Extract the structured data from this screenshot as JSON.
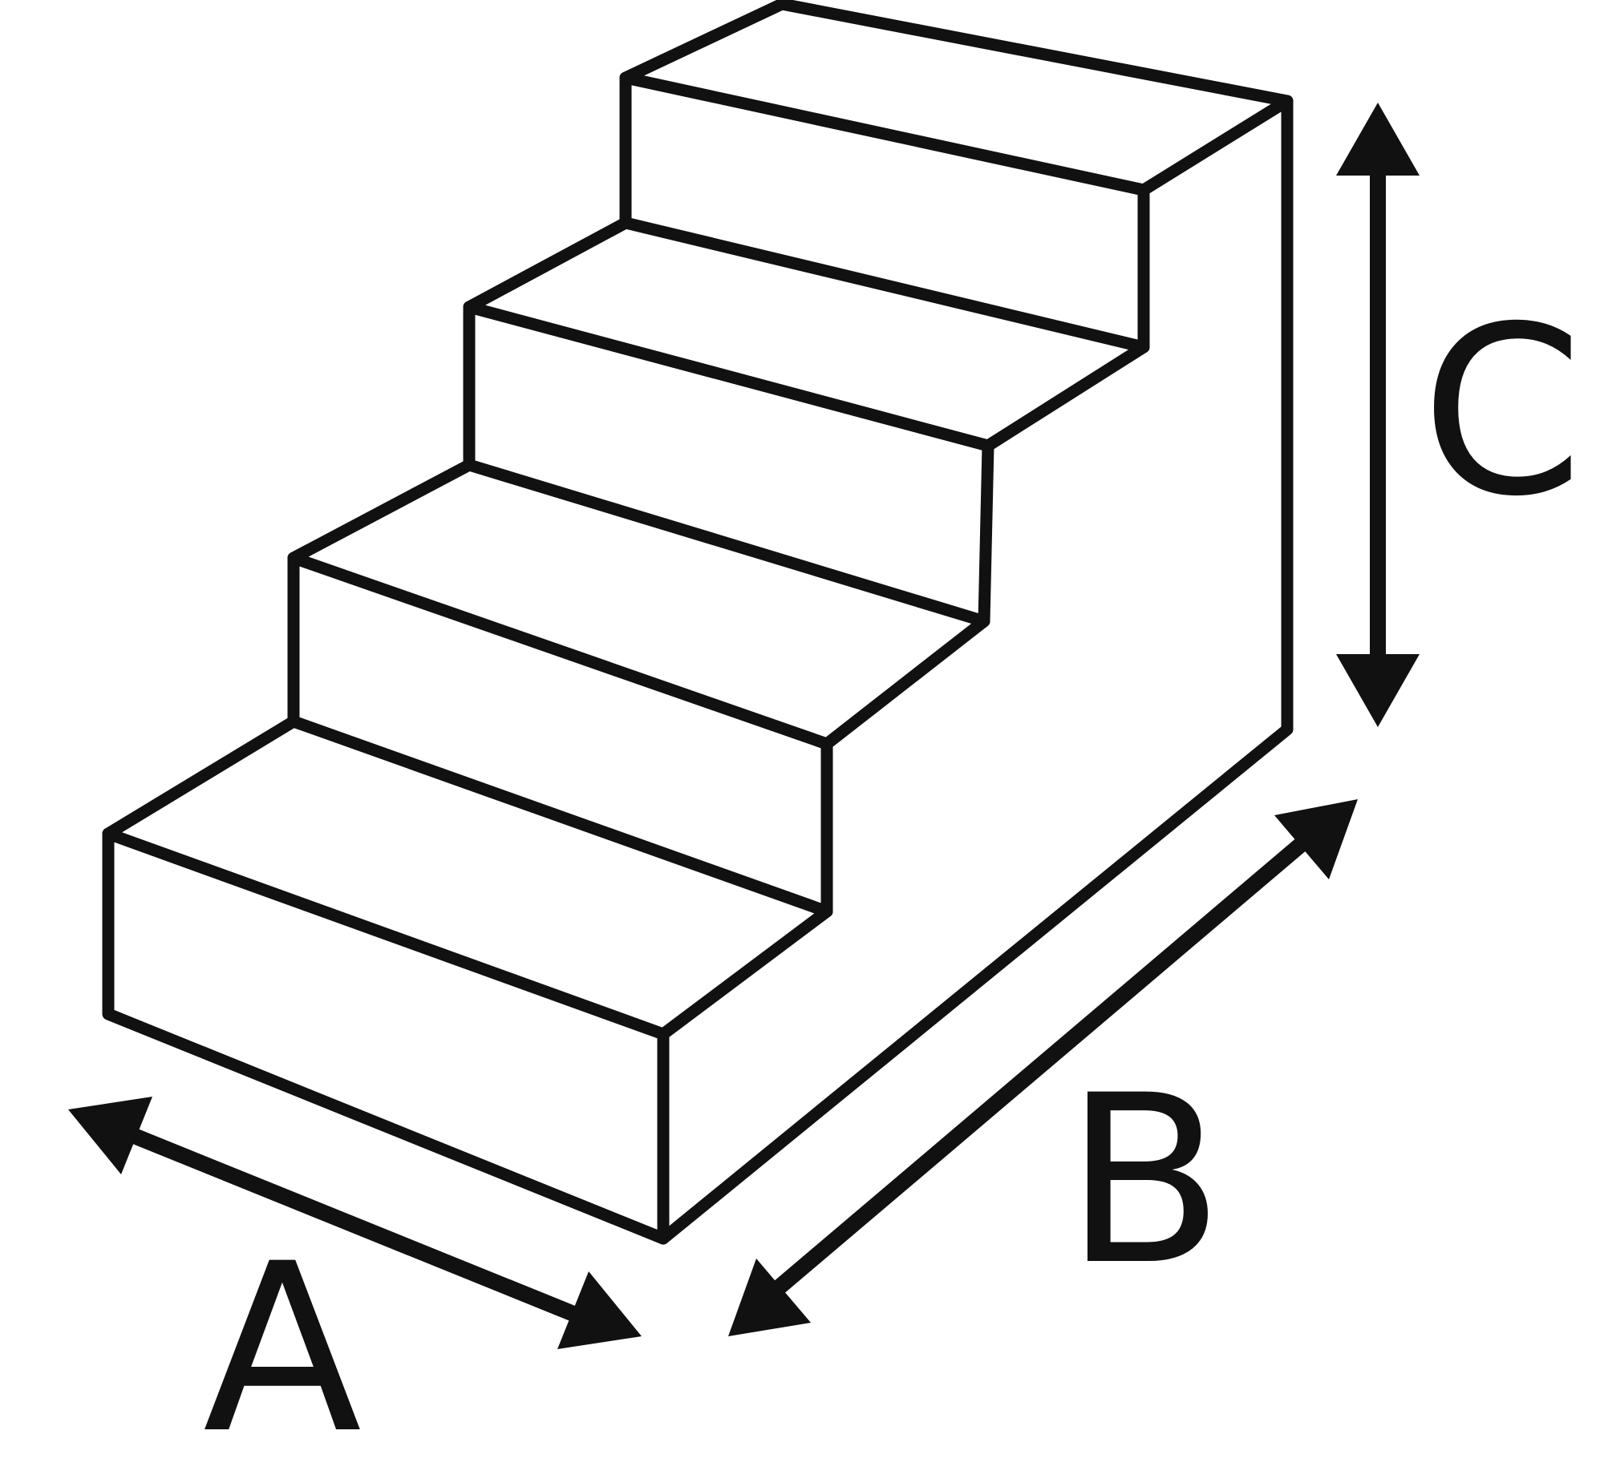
{
  "diagram": {
    "labels": {
      "a": "A",
      "b": "B",
      "c": "C"
    },
    "colors": {
      "stroke": "#111111",
      "background": "#ffffff"
    }
  }
}
